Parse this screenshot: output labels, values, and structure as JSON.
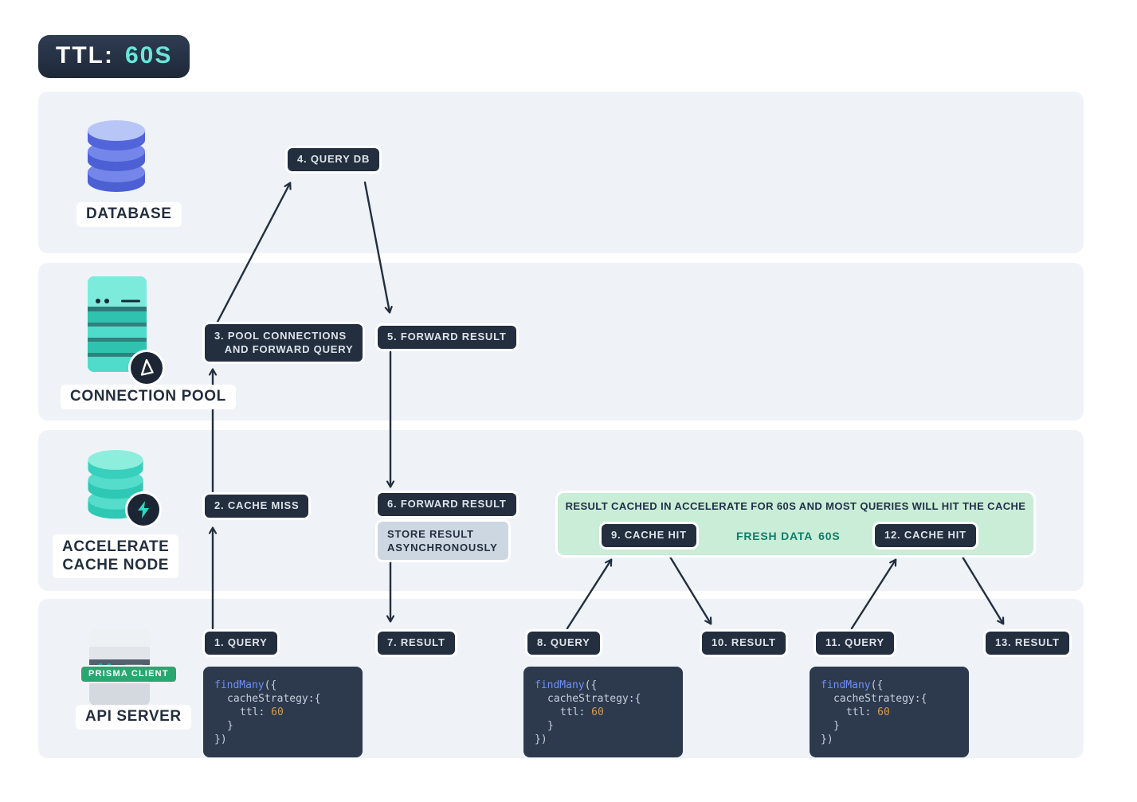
{
  "ttl_badge": {
    "prefix": "TTL:",
    "value": "60S"
  },
  "entities": {
    "database": {
      "label": "DATABASE"
    },
    "connection_pool": {
      "label": "CONNECTION POOL"
    },
    "accelerate_cache_node": {
      "label": "ACCELERATE\nCACHE NODE"
    },
    "api_server": {
      "label": "API SERVER",
      "client_badge": "PRISMA CLIENT"
    }
  },
  "steps": {
    "s1": "1. QUERY",
    "s2": "2. CACHE MISS",
    "s3": "3. POOL CONNECTIONS\n   AND FORWARD QUERY",
    "s4": "4. QUERY DB",
    "s5": "5. FORWARD RESULT",
    "s6": "6. FORWARD RESULT",
    "store_note": "STORE RESULT\nASYNCHRONOUSLY",
    "s7": "7. RESULT",
    "s8": "8. QUERY",
    "s9": "9. CACHE HIT",
    "s10": "10. RESULT",
    "s11": "11. QUERY",
    "s12": "12. CACHE HIT",
    "s13": "13. RESULT"
  },
  "cache_banner": {
    "title": "RESULT CACHED IN ACCELERATE FOR 60S AND MOST QUERIES WILL HIT THE CACHE",
    "fresh_label": "FRESH DATA",
    "fresh_value": "60S"
  },
  "code": {
    "fn": "findMany",
    "open": "({",
    "line2": "cacheStrategy:{",
    "ttl_key": "ttl: ",
    "ttl_val": "60",
    "close_inner": "}",
    "close_outer": "})"
  },
  "colors": {
    "dark_navy": "#232e3e",
    "teal_accent": "#68e7da",
    "banner_green": "#c9edd6",
    "fresh_teal": "#0e7e6b",
    "band_gray": "#eff3f8",
    "code_bg": "#2d3a4e",
    "code_fn_blue": "#6e8ff7",
    "code_num_orange": "#d79a4a",
    "prisma_green": "#27a871"
  }
}
